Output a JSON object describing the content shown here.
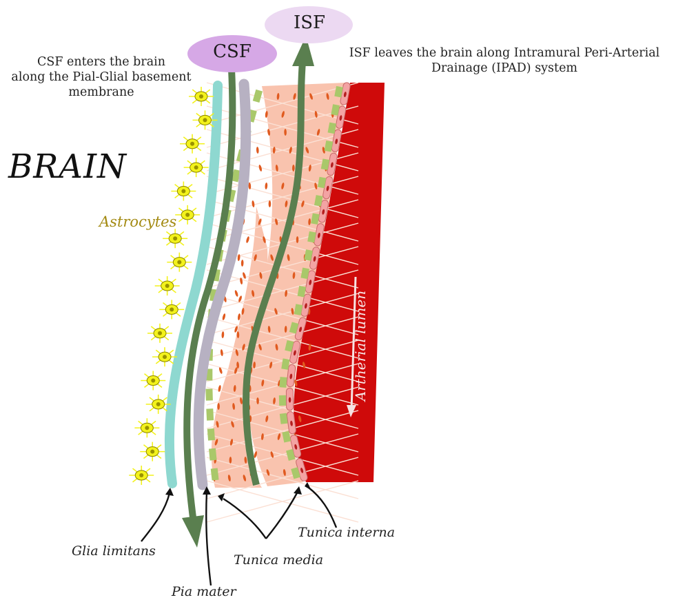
{
  "title": "BRAIN",
  "annotations": {
    "csf_enters_line1": "CSF enters the brain",
    "csf_enters_line2": "along the Pial-Glial basement",
    "csf_enters_line3": "membrane",
    "isf_leaves_line1": "ISF leaves the brain along Intramural Peri-Arterial",
    "isf_leaves_line2": "Drainage (IPAD) system"
  },
  "bubbles": {
    "csf": "CSF",
    "isf": "ISF"
  },
  "labels": {
    "astrocytes": "Astrocytes",
    "arterial_lumen": "Artherial lumen",
    "glia_limitans": "Glia limitans",
    "pia_mater": "Pia mater",
    "tunica_media": "Tunica media",
    "tunica_interna": "Tunica interna"
  },
  "colors": {
    "csf_bubble": "#d6a8e6",
    "isf_bubble": "#ecd9f2",
    "flow_arrow": "#5a7f4f",
    "glia_limitans": "#8ed8d0",
    "pia_mater": "#b7b1c2",
    "basement_dash": "#a9c86a",
    "tunica_media_cells": "#f7b29b",
    "tunica_media_nuclei": "#e05a1f",
    "endothelium": "#f3a3a3",
    "lumen": "#cf0a0a",
    "astrocytes": "#f3f21b",
    "astrocytes_label": "#a38a12"
  }
}
